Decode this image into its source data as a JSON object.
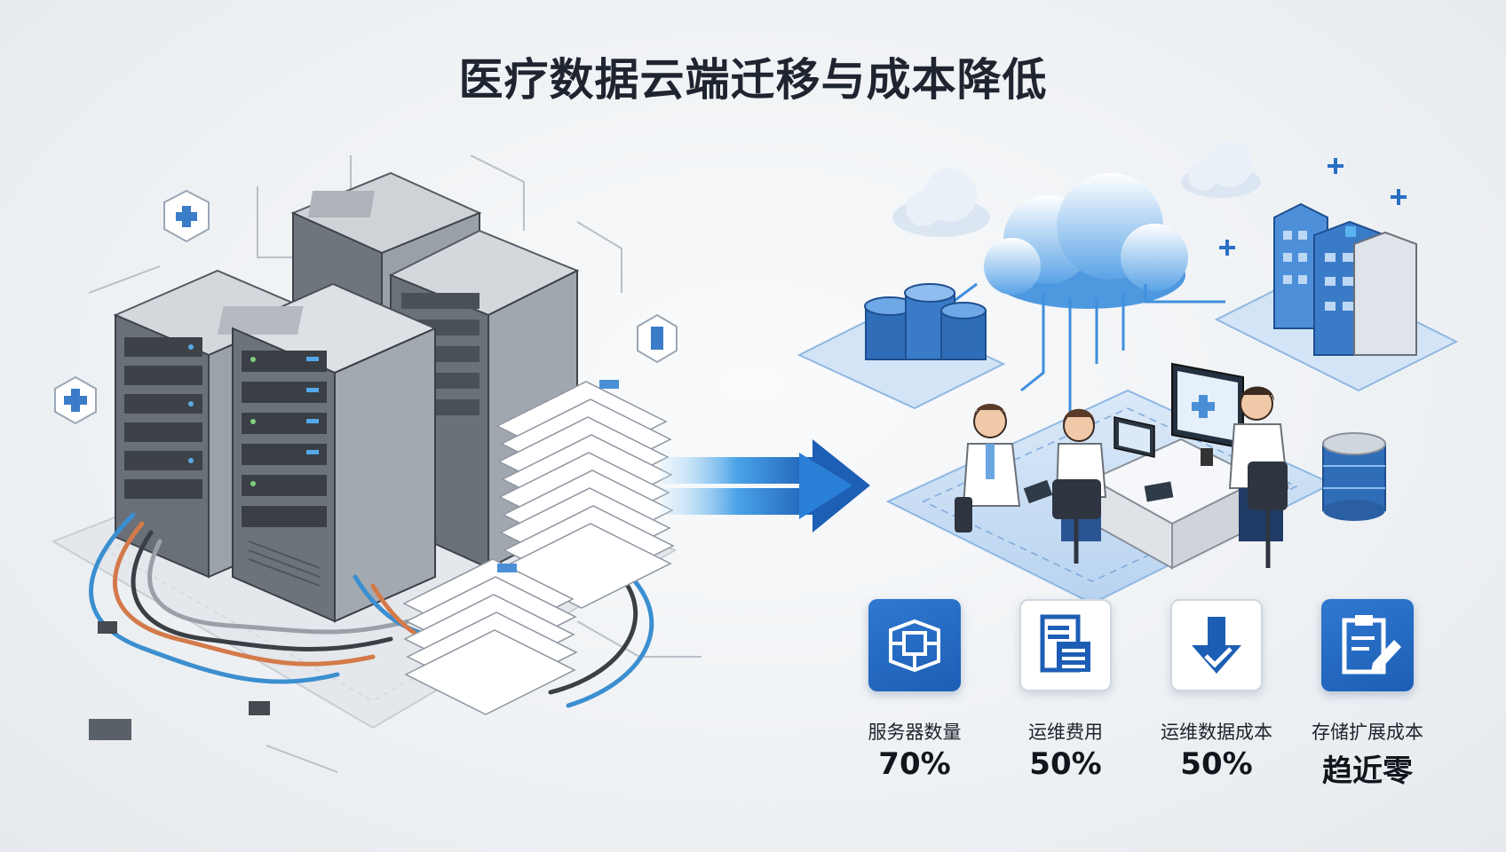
{
  "title": "医疗数据云端迁移与成本降低",
  "colors": {
    "accent_blue": "#1d5eb5",
    "arrow_blue": "#2a7fd6",
    "server_gray": "#8a9099",
    "cable_orange": "#d47a4a",
    "cable_blue": "#3b8fd0"
  },
  "metrics": [
    {
      "label": "服务器数量",
      "value": "70%",
      "icon": "server-node-icon",
      "tile": "blue"
    },
    {
      "label": "运维费用",
      "value": "50%",
      "icon": "report-document-icon",
      "tile": "white"
    },
    {
      "label": "运维数据成本",
      "value": "50%",
      "icon": "down-arrow-check-icon",
      "tile": "white"
    },
    {
      "label": "存储扩展成本",
      "value": "趋近零",
      "icon": "clipboard-pen-icon",
      "tile": "blue"
    }
  ]
}
